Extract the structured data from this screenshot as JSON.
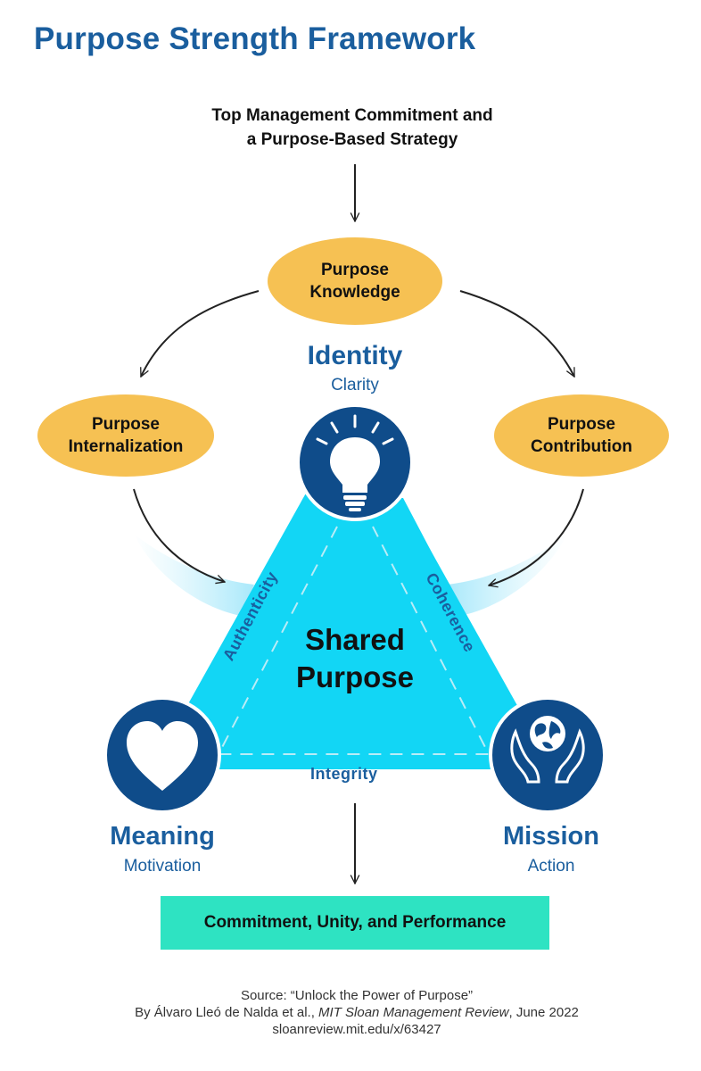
{
  "title": "Purpose Strength Framework",
  "top_label": {
    "line1": "Top Management Commitment and",
    "line2": "a Purpose-Based Strategy"
  },
  "stages": {
    "knowledge": {
      "line1": "Purpose",
      "line2": "Knowledge"
    },
    "internalization": {
      "line1": "Purpose",
      "line2": "Internalization"
    },
    "contribution": {
      "line1": "Purpose",
      "line2": "Contribution"
    }
  },
  "attributes": {
    "identity": {
      "title": "Identity",
      "subtitle": "Clarity",
      "icon": "lightbulb-icon"
    },
    "meaning": {
      "title": "Meaning",
      "subtitle": "Motivation",
      "icon": "heart-icon"
    },
    "mission": {
      "title": "Mission",
      "subtitle": "Action",
      "icon": "globe-in-hands-icon"
    }
  },
  "triangle": {
    "center_line1": "Shared",
    "center_line2": "Purpose",
    "left_edge": "Authenticity",
    "right_edge": "Coherence",
    "bottom_edge": "Integrity"
  },
  "outcome": "Commitment, Unity, and Performance",
  "source": {
    "line1": "Source: “Unlock the Power of Purpose”",
    "line2_prefix": "By Álvaro Lleó de Nalda et al., ",
    "line2_publication": "MIT Sloan Management Review",
    "line2_suffix": ", June 2022",
    "line3": "sloanreview.mit.edu/x/63427"
  },
  "colors": {
    "title_blue": "#1a5e9e",
    "ellipse_yellow": "#f6c153",
    "triangle_cyan": "#12d6f5",
    "circle_navy": "#0f4c8a",
    "outcome_teal": "#2ee3c2"
  }
}
